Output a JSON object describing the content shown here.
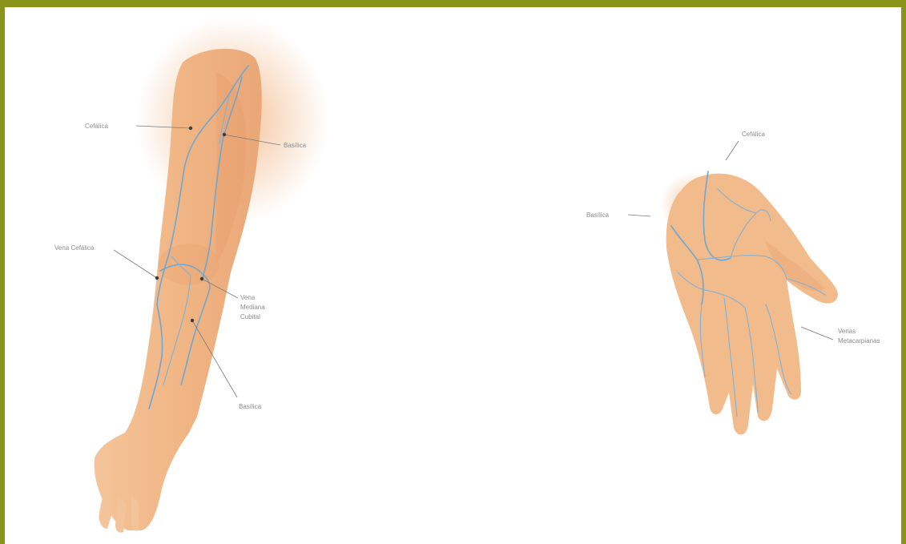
{
  "colors": {
    "frame": "#8a9418",
    "skin": "#f2bb8c",
    "skin_shadow": "#e8a06e",
    "vein": "#6fa7d4",
    "label": "#8c8c8c"
  },
  "arm": {
    "labels": {
      "cefalica_upper": "Cefálica",
      "basilica_upper": "Basílica",
      "vena_cefalica": "Vena Cefálica",
      "vena_mediana_cubital": [
        "Vena",
        "Mediana",
        "Cubital"
      ],
      "basilica_lower": "Basílica"
    }
  },
  "hand": {
    "labels": {
      "cefalica": "Cefálica",
      "basilica": "Basílica",
      "venas_metacarpianas": [
        "Venas",
        "Metacarpianas"
      ]
    }
  }
}
